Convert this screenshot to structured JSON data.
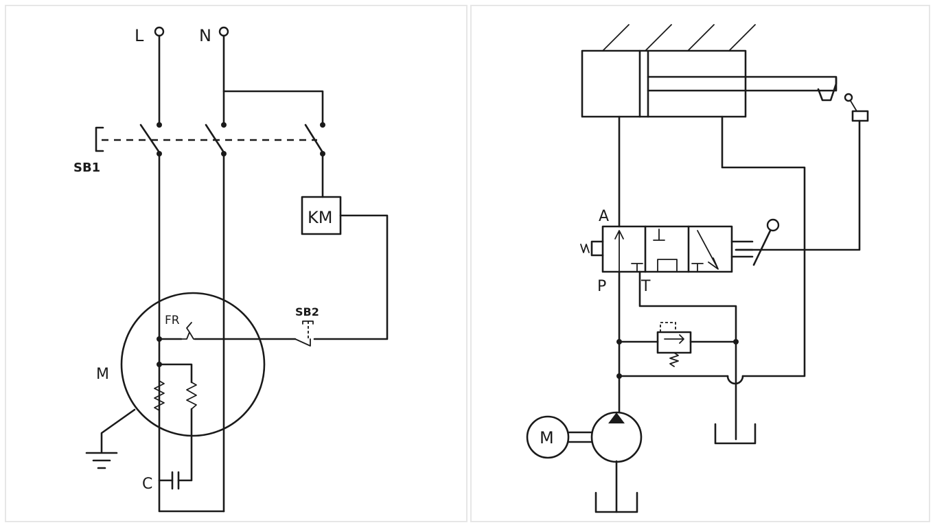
{
  "electrical": {
    "terminal_l": "L",
    "terminal_n": "N",
    "main_switch": "SB1",
    "contactor": "KM",
    "stop_button": "SB2",
    "overload_relay": "FR",
    "motor": "M",
    "capacitor": "C"
  },
  "hydraulic": {
    "port_a": "A",
    "port_p": "P",
    "port_t": "T",
    "motor": "M"
  },
  "colors": {
    "line": "#1a1a1a",
    "panel_border": "#e6e6e6",
    "background": "#ffffff"
  }
}
